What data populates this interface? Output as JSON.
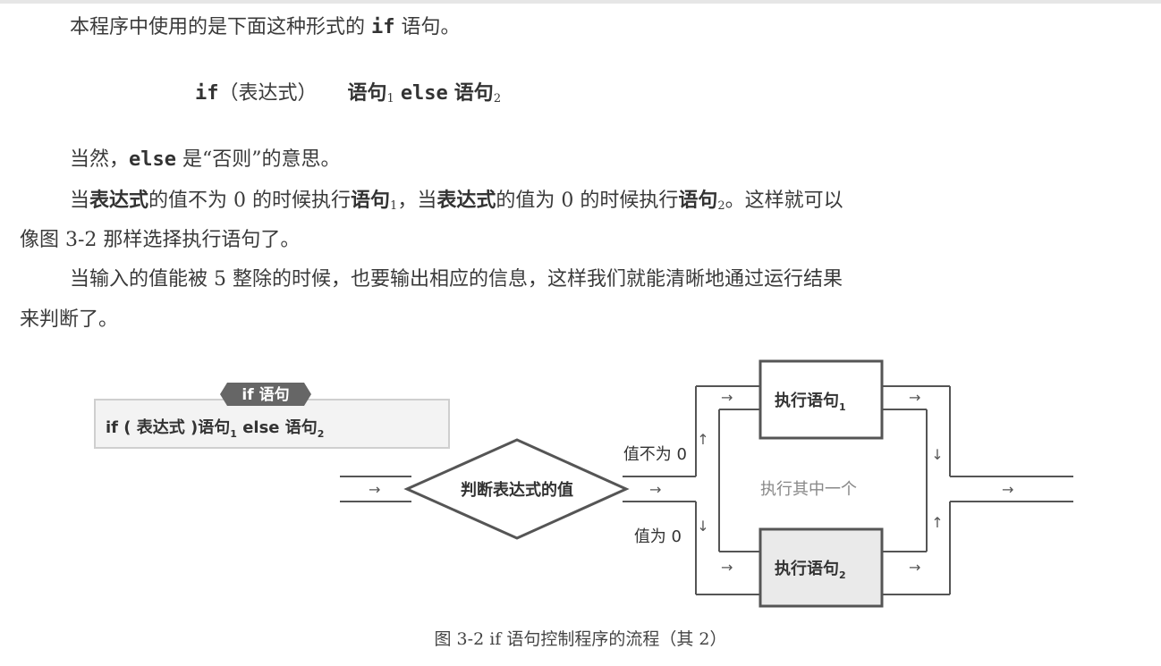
{
  "body": {
    "line1": {
      "pre": "本程序中使用的是下面这种形式的 ",
      "kw": "if",
      "post": " 语句。"
    },
    "syntax": {
      "kw_if": "if",
      "expr": "（表达式）",
      "stmt1": "语句",
      "sub1": "1",
      "kw_else": "else",
      "stmt2": "语句",
      "sub2": "2"
    },
    "line3": {
      "pre": "当然，",
      "kw": "else",
      "post": " 是“否则”的意思。"
    },
    "line4": {
      "a": "当",
      "b": "表达式",
      "c": "的值不为 0 的时候执行",
      "d": "语句",
      "d_sub": "1",
      "e": "，当",
      "f": "表达式",
      "g": "的值为 0 的时候执行",
      "h": "语句",
      "h_sub": "2",
      "i": "。这样就可以"
    },
    "line5": "像图 3-2 那样选择执行语句了。",
    "line6": "当输入的值能被 5 整除的时候，也要输出相应的信息，这样我们就能清晰地通过运行结果",
    "line7": "来判断了。"
  },
  "figure": {
    "tag": "if 语句",
    "syntax_box": {
      "pre": "if ( 表达式 )语句",
      "sub1": "1",
      "mid": " else 语句",
      "sub2": "2"
    },
    "decision": "判断表达式的值",
    "label_nonzero": "值不为 0",
    "label_zero": "值为 0",
    "exec1": "执行语句",
    "exec1_sub": "1",
    "exec2": "执行语句",
    "exec2_sub": "2",
    "middle_note": "执行其中一个",
    "arrow_right": "→",
    "arrow_up": "↑",
    "arrow_down": "↓",
    "colors": {
      "line": "#555555",
      "box_border": "#555555",
      "box_fill1": "#ffffff",
      "box_fill2": "#eaeaea",
      "note": "#888888",
      "tag_bg": "#666666"
    }
  },
  "caption": "图 3-2   if 语句控制程序的流程（其 2）"
}
